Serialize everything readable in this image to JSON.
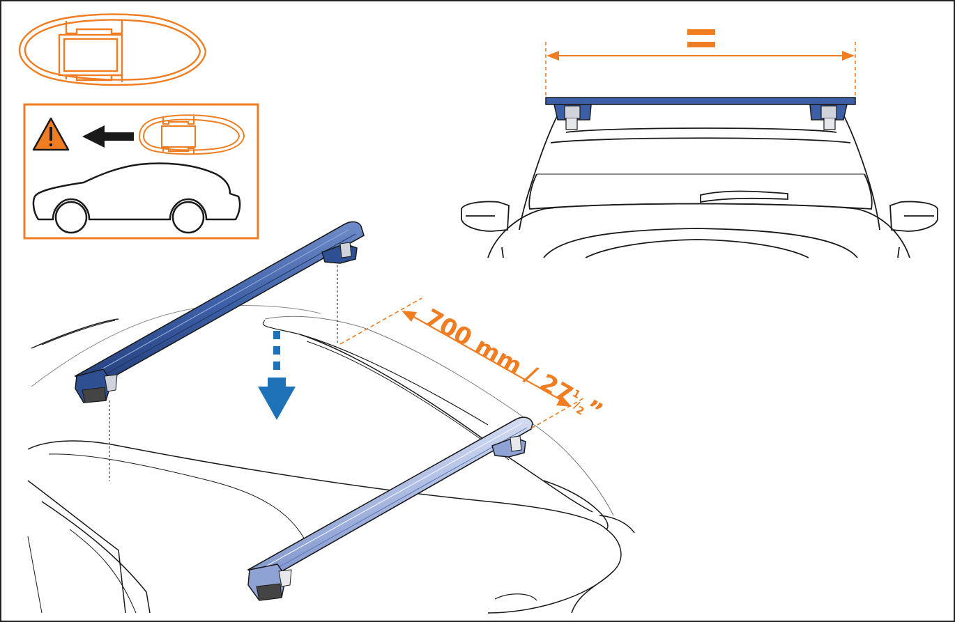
{
  "colors": {
    "accent_orange": "#f07d22",
    "bar_blue": "#4c6fb3",
    "bar_blue_dark": "#2e4f92",
    "bar_blue_light": "#b9c6e6",
    "arrow_blue": "#1e72b8",
    "line_black": "#1a1a1a",
    "warning_fill": "#f07d22"
  },
  "icons": {
    "warning": "warning-triangle-icon",
    "direction": "left-arrow-icon",
    "down": "down-arrow-icon",
    "equal": "equal-sign-icon",
    "profile": "bar-profile-icon",
    "car": "car-side-icon"
  },
  "dimension": {
    "value": "700 mm",
    "separator": "/",
    "imperial_whole": "27",
    "frac_num": "1",
    "frac_den": "2",
    "imperial_mark": "”"
  },
  "equal_sign": "="
}
